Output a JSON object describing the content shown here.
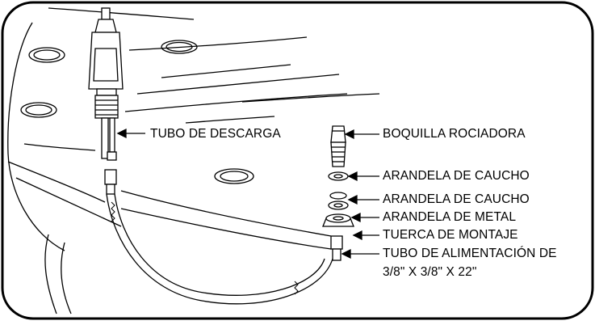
{
  "labels": {
    "discharge_tube": "TUBO DE DESCARGA",
    "spray_nozzle": "BOQUILLA ROCIADORA",
    "rubber_washer_1": "ARANDELA DE CAUCHO",
    "rubber_washer_2": "ARANDELA DE CAUCHO",
    "metal_washer": "ARANDELA DE METAL",
    "mounting_nut": "TUERCA DE MONTAJE",
    "supply_tube_line1": "TUBO DE ALIMENTACIÓN DE",
    "supply_tube_line2": "3/8\" X 3/8\" X 22\""
  },
  "colors": {
    "line": "#000000",
    "background": "#ffffff"
  }
}
